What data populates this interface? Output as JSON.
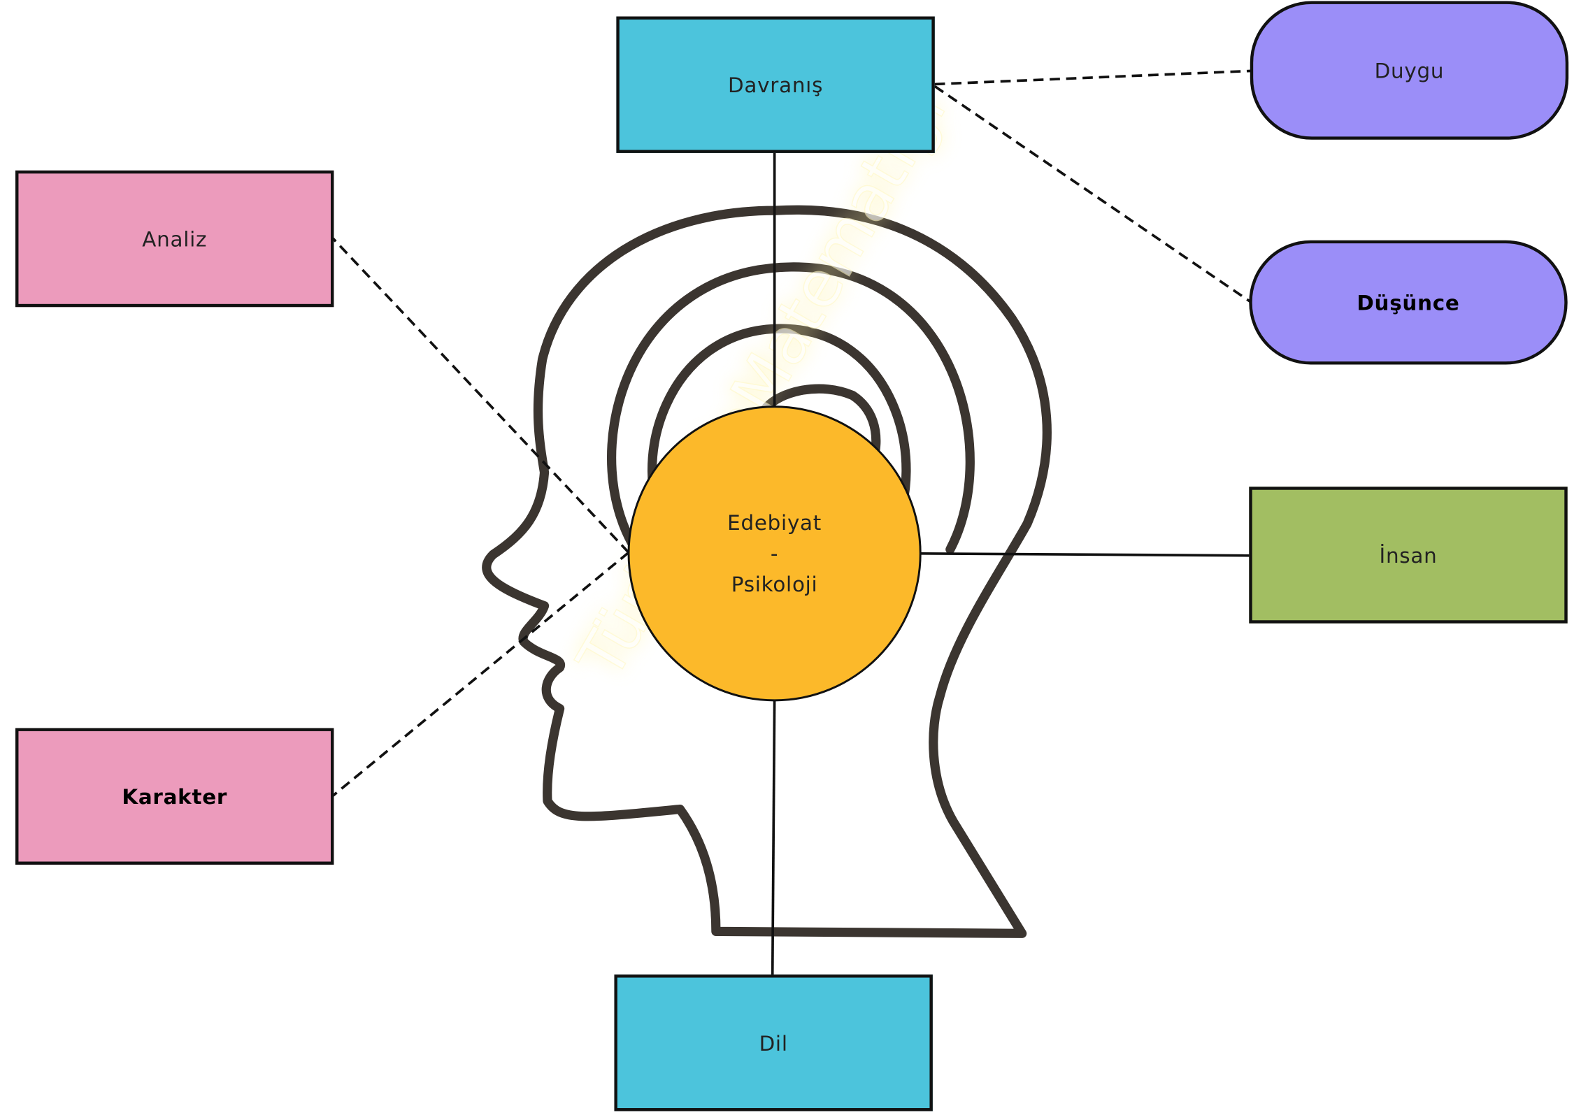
{
  "diagram": {
    "center": {
      "line1": "Edebiyat",
      "line2": "-",
      "line3": "Psikoloji",
      "color": "#FCB92A"
    },
    "nodes": {
      "davranis": {
        "label": "Davranış",
        "color": "#4CC4DC"
      },
      "dil": {
        "label": "Dil",
        "color": "#4CC4DC"
      },
      "analiz": {
        "label": "Analiz",
        "color": "#EC9BBC"
      },
      "karakter": {
        "label": "Karakter",
        "color": "#EC9BBC"
      },
      "insan": {
        "label": "İnsan",
        "color": "#A2BE62"
      },
      "duygu": {
        "label": "Duygu",
        "color": "#9B8EF8"
      },
      "dusunce": {
        "label": "Düşünce",
        "color": "#9B8EF8"
      }
    },
    "watermark": {
      "text1": "TürkçeninMatematiği",
      "glow_color": "#FFF3A8"
    },
    "head_outline_color": "#3B3530",
    "connector_color": "#111111"
  }
}
